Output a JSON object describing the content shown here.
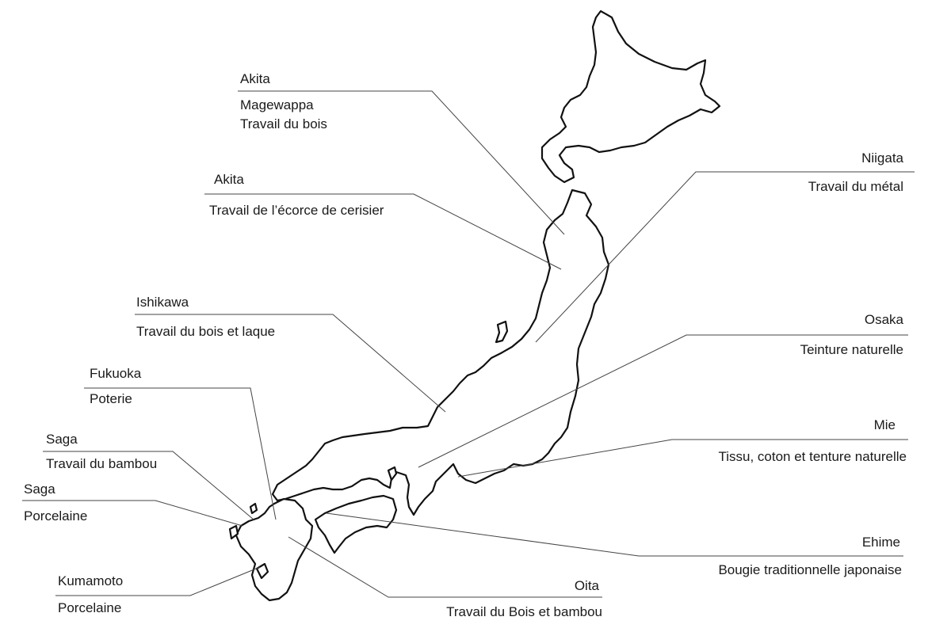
{
  "annotations": [
    {
      "id": "akita-1",
      "prefecture": "Akita",
      "crafts": [
        "Magewappa",
        "Travail du bois"
      ]
    },
    {
      "id": "akita-2",
      "prefecture": "Akita",
      "crafts": [
        "Travail de l’écorce de cerisier"
      ]
    },
    {
      "id": "ishikawa",
      "prefecture": "Ishikawa",
      "crafts": [
        "Travail du bois et laque"
      ]
    },
    {
      "id": "fukuoka",
      "prefecture": "Fukuoka",
      "crafts": [
        "Poterie"
      ]
    },
    {
      "id": "saga-1",
      "prefecture": "Saga",
      "crafts": [
        "Travail du bambou"
      ]
    },
    {
      "id": "saga-2",
      "prefecture": "Saga",
      "crafts": [
        "Porcelaine"
      ]
    },
    {
      "id": "kumamoto",
      "prefecture": "Kumamoto",
      "crafts": [
        "Porcelaine"
      ]
    },
    {
      "id": "niigata",
      "prefecture": "Niigata",
      "crafts": [
        "Travail du métal"
      ]
    },
    {
      "id": "osaka",
      "prefecture": "Osaka",
      "crafts": [
        "Teinture naturelle"
      ]
    },
    {
      "id": "mie",
      "prefecture": "Mie",
      "crafts": [
        "Tissu, coton et tenture naturelle"
      ]
    },
    {
      "id": "ehime",
      "prefecture": "Ehime",
      "crafts": [
        "Bougie traditionnelle japonaise"
      ]
    },
    {
      "id": "oita",
      "prefecture": "Oita",
      "crafts": [
        "Travail du Bois et bambou"
      ]
    }
  ]
}
